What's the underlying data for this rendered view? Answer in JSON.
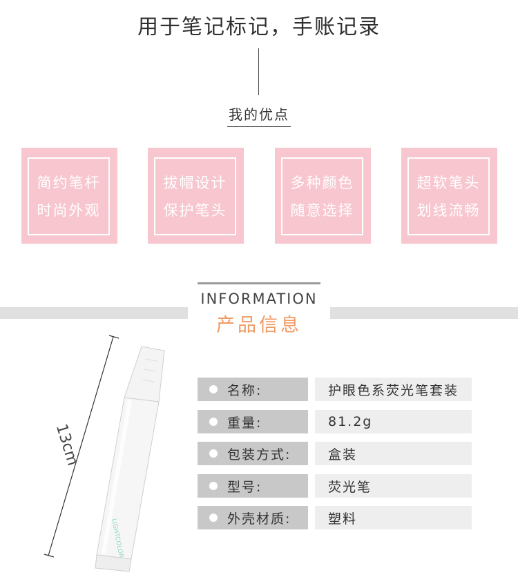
{
  "headline": "用于笔记标记，手账记录",
  "advantages": {
    "title": "我的优点",
    "cards": [
      {
        "line1": "简约笔杆",
        "line2": "时尚外观"
      },
      {
        "line1": "拔帽设计",
        "line2": "保护笔头"
      },
      {
        "line1": "多种颜色",
        "line2": "随意选择"
      },
      {
        "line1": "超软笔头",
        "line2": "划线流畅"
      }
    ]
  },
  "information": {
    "title_en": "INFORMATION",
    "title_cn": "产品信息"
  },
  "product": {
    "dimension": "13cm",
    "brand": "LIGHTCOLOR"
  },
  "specs": [
    {
      "label": "名称:",
      "value": "护眼色系荧光笔套装"
    },
    {
      "label": "重量:",
      "value": "81.2g"
    },
    {
      "label": "包装方式:",
      "value": "盒装"
    },
    {
      "label": "型号:",
      "value": "荧光笔"
    },
    {
      "label": "外壳材质:",
      "value": "塑料"
    }
  ],
  "colors": {
    "card_pink": "#f7c6cf",
    "info_orange": "#f19a63",
    "brand_mint": "#8fd9c9"
  }
}
